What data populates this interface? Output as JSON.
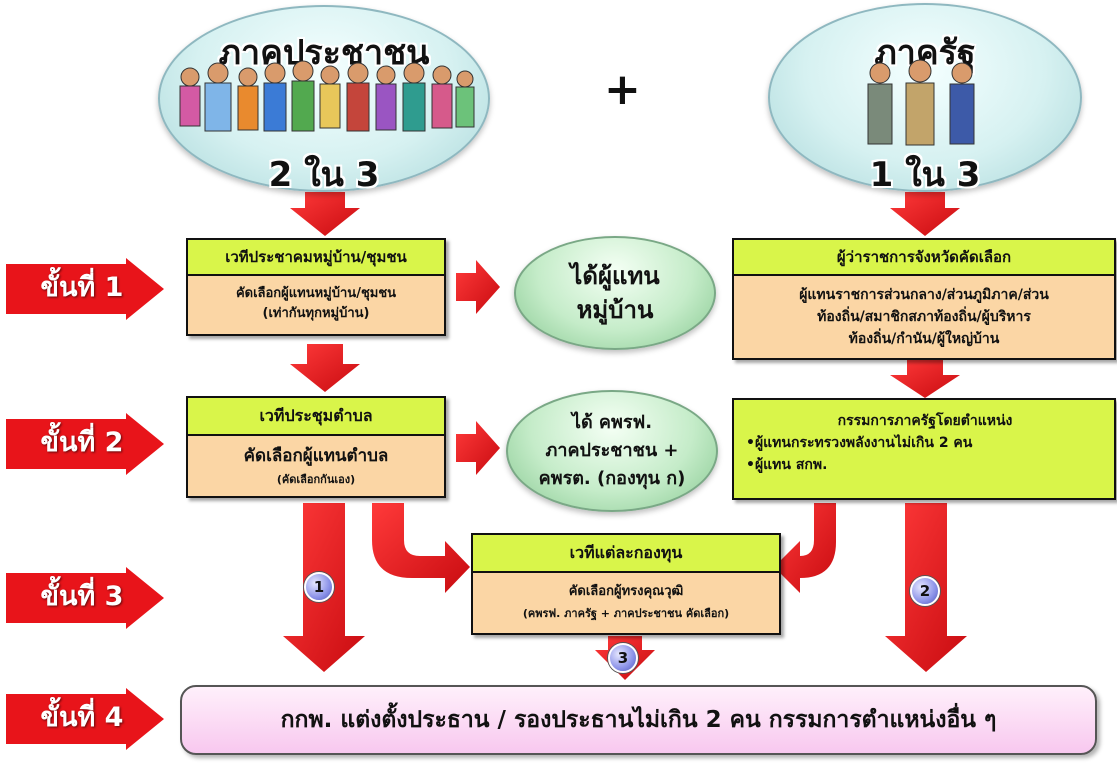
{
  "top": {
    "public_title": "ภาคประชาชน",
    "public_ratio": "2 ใน 3",
    "plus": "+",
    "state_title": "ภาครัฐ",
    "state_ratio": "1 ใน 3"
  },
  "steps": [
    "ขั้นที่ 1",
    "ขั้นที่ 2",
    "ขั้นที่ 3",
    "ขั้นที่ 4"
  ],
  "step1": {
    "village_head": "เวทีประชาคมหมู่บ้าน/ชุมชน",
    "village_body_1": "คัดเลือกผู้แทนหมู่บ้าน/ชุมชน",
    "village_body_2": "(เท่ากันทุกหมู่บ้าน)",
    "result_1": "ได้ผู้แทน",
    "result_2": "หมู่บ้าน",
    "governor_head": "ผู้ว่าราชการจังหวัดคัดเลือก",
    "governor_body_1": "ผู้แทนราชการส่วนกลาง/ส่วนภูมิภาค/ส่วน",
    "governor_body_2": "ท้องถิ่น/สมาชิกสภาท้องถิ่น/ผู้บริหาร",
    "governor_body_3": "ท้องถิ่น/กำนัน/ผู้ใหญ่บ้าน"
  },
  "step2": {
    "subdistrict_head": "เวทีประชุมตำบล",
    "subdistrict_body": "คัดเลือกผู้แทนตำบล",
    "subdistrict_note": "(คัดเลือกกันเอง)",
    "result_1": "ได้ คพรฟ.",
    "result_2": "ภาคประชาชน +",
    "result_3": "คพรต. (กองทุน ก)",
    "state_title": "กรรมการภาครัฐโดยตำแหน่ง",
    "state_item_1": "•ผู้แทนกระทรวงพลังงานไม่เกิน 2 คน",
    "state_item_2": "•ผู้แทน สกพ."
  },
  "step3": {
    "fund_head": "เวทีแต่ละกองทุน",
    "fund_body_1": "คัดเลือกผู้ทรงคุณวุฒิ",
    "fund_body_2": "(คพรฟ. ภาครัฐ + ภาคประชาชน คัดเลือก)"
  },
  "markers": [
    "1",
    "2",
    "3"
  ],
  "step4": {
    "final_text": "กกพ. แต่งตั้งประธาน / รองประธานไม่เกิน 2 คน กรรมการตำแหน่งอื่น ๆ"
  },
  "colors": {
    "arrow_red": "#e8141a",
    "head_green": "#d9f54a",
    "body_peach": "#fbd6a5",
    "final_pink": "#f8c8ef"
  }
}
